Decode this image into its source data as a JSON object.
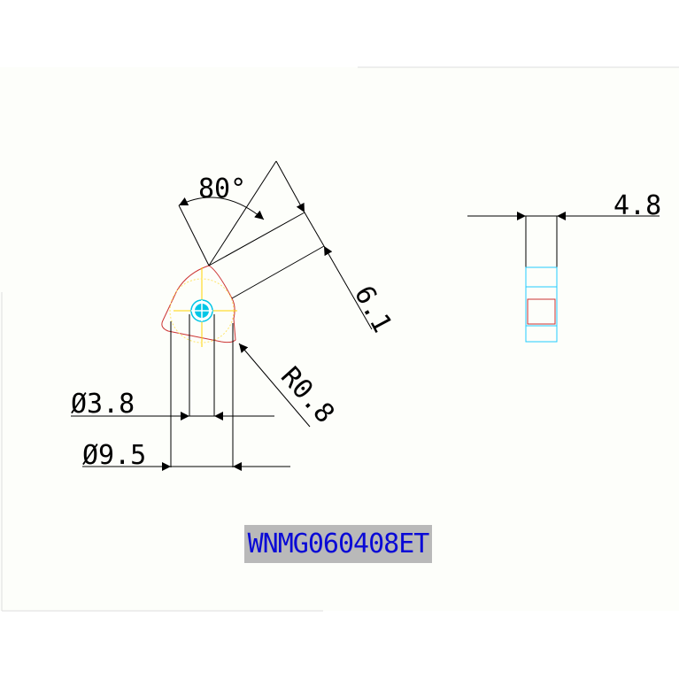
{
  "drawing": {
    "angle_label": "80°",
    "inscribed_circle_label": "Ø9.5",
    "hole_label": "Ø3.8",
    "edge_length_label": "6.1",
    "corner_radius_label": "R0.8",
    "thickness_label": "4.8",
    "part_code": "WNMG060408ET"
  },
  "colors": {
    "background": "#ffffff",
    "paper": "#fdfefa",
    "outline": "#000000",
    "insert_profile": "#cc3333",
    "centerline": "#ffd400",
    "hole": "#00c6e6",
    "side_view": "#22ccff",
    "code_bg": "#b9b9b9",
    "code_text": "#0a0ad6"
  },
  "icons": [
    "arrowhead"
  ]
}
